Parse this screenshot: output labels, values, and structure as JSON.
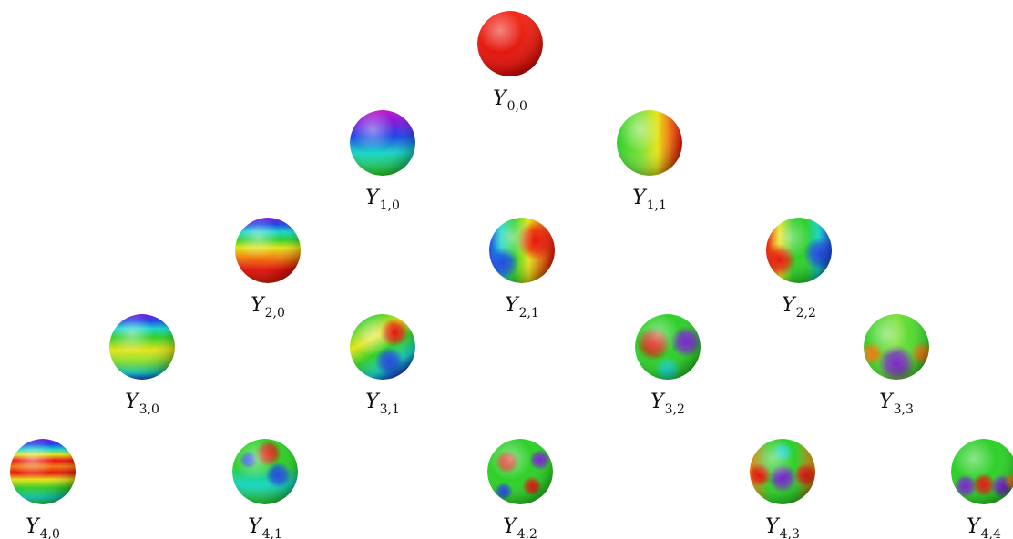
{
  "diagram": {
    "items": [
      {
        "symbol": "Y",
        "sub": "0,0",
        "l": 0,
        "m": 0
      },
      {
        "symbol": "Y",
        "sub": "1,0",
        "l": 1,
        "m": 0
      },
      {
        "symbol": "Y",
        "sub": "1,1",
        "l": 1,
        "m": 1
      },
      {
        "symbol": "Y",
        "sub": "2,0",
        "l": 2,
        "m": 0
      },
      {
        "symbol": "Y",
        "sub": "2,1",
        "l": 2,
        "m": 1
      },
      {
        "symbol": "Y",
        "sub": "2,2",
        "l": 2,
        "m": 2
      },
      {
        "symbol": "Y",
        "sub": "3,0",
        "l": 3,
        "m": 0
      },
      {
        "symbol": "Y",
        "sub": "3,1",
        "l": 3,
        "m": 1
      },
      {
        "symbol": "Y",
        "sub": "3,2",
        "l": 3,
        "m": 2
      },
      {
        "symbol": "Y",
        "sub": "3,3",
        "l": 3,
        "m": 3
      },
      {
        "symbol": "Y",
        "sub": "4,0",
        "l": 4,
        "m": 0
      },
      {
        "symbol": "Y",
        "sub": "4,1",
        "l": 4,
        "m": 1
      },
      {
        "symbol": "Y",
        "sub": "4,2",
        "l": 4,
        "m": 2
      },
      {
        "symbol": "Y",
        "sub": "4,3",
        "l": 4,
        "m": 3
      },
      {
        "symbol": "Y",
        "sub": "4,4",
        "l": 4,
        "m": 4
      }
    ]
  }
}
